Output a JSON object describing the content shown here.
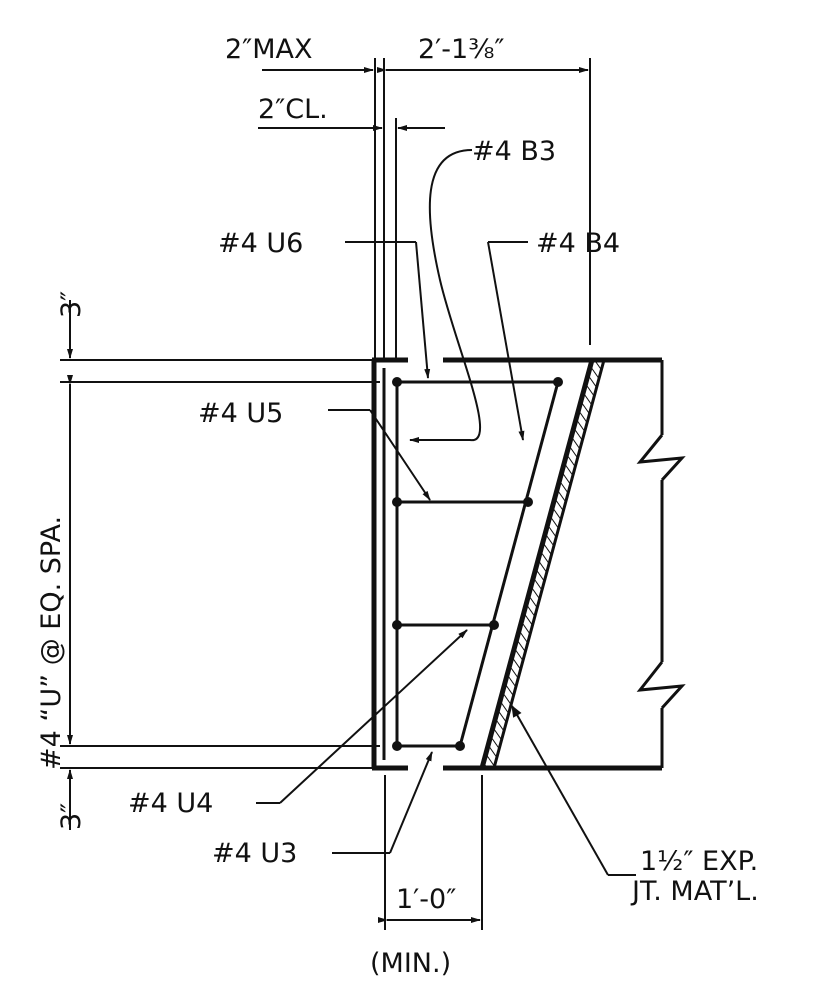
{
  "drawing": {
    "labels": {
      "max2": "2″MAX",
      "cl2": "2″CL.",
      "width": "2′-1⅜″",
      "b3": "#4 B3",
      "u6": "#4 U6",
      "b4": "#4 B4",
      "u5": "#4 U5",
      "top3": "3″",
      "bottom3": "3″",
      "spacing": "#4 “U” @ EQ. SPA.",
      "u4": "#4 U4",
      "u3": "#4 U3",
      "min_dim": "1′-0″",
      "min": "(MIN.)",
      "exp_line1": "1½″ EXP.",
      "exp_line2": "JT. MAT’L."
    }
  }
}
